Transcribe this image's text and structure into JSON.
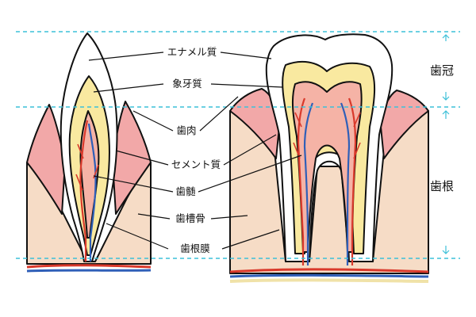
{
  "labels": {
    "enamel": "エナメル質",
    "dentin": "象牙質",
    "gingiva": "歯肉",
    "cementum": "セメント質",
    "pulp": "歯髄",
    "alveolar_bone": "歯槽骨",
    "periodontal_ligament": "歯根膜"
  },
  "regions": {
    "crown": "歯冠",
    "root": "歯根"
  },
  "colors": {
    "guide_line": "#3cc0d8",
    "enamel": "#ffffff",
    "dentin": "#f9e9a0",
    "pulp": "#f5b3a6",
    "gum": "#f2a8a8",
    "bone": "#f6dcc6",
    "artery": "#d9392b",
    "vein": "#2f5fb8"
  }
}
